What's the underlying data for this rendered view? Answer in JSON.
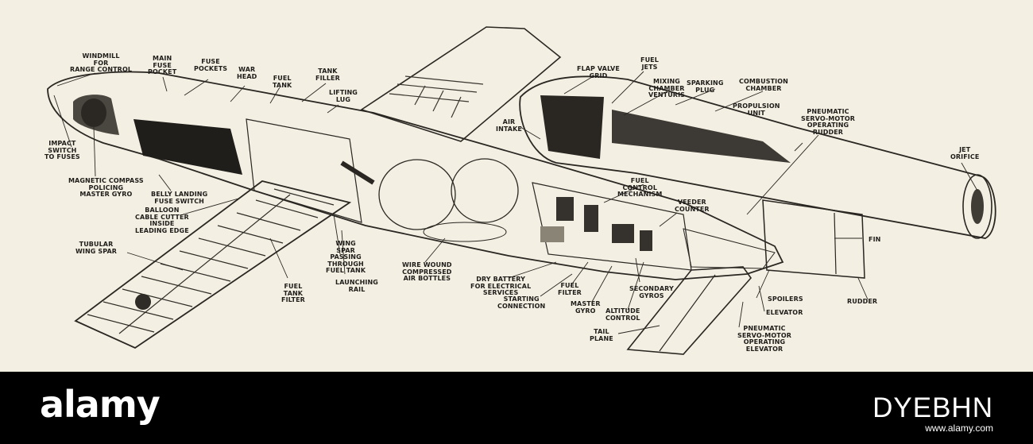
{
  "labels": {
    "windmill": "WINDMILL\nFOR\nRANGE CONTROL",
    "main_fuse_pocket": "MAIN\nFUSE\nPOCKET",
    "fuse_pockets": "FUSE\nPOCKETS",
    "war_head": "WAR\nHEAD",
    "fuel_tank": "FUEL\nTANK",
    "tank_filler": "TANK\nFILLER",
    "lifting_lug": "LIFTING\nLUG",
    "flap_valve_grid": "FLAP VALVE\nGRID",
    "fuel_jets": "FUEL\nJETS",
    "mixing_chamber_venturis": "MIXING\nCHAMBER\nVENTURIS",
    "sparking_plug": "SPARKING\nPLUG",
    "combustion_chamber": "COMBUSTION\nCHAMBER",
    "propulsion_unit": "PROPULSION\nUNIT",
    "pneumatic_servo_rudder": "PNEUMATIC\nSERVO-MOTOR\nOPERATING\nRUDDER",
    "jet_orifice": "JET\nORIFICE",
    "impact_switch": "IMPACT\nSWITCH\nTO FUSES",
    "air_intake": "AIR\nINTAKE",
    "magnetic_compass": "MAGNETIC COMPASS\nPOLICING\nMASTER GYRO",
    "belly_landing": "BELLY LANDING\nFUSE SWITCH",
    "balloon_cable_cutter": "BALLOON\nCABLE CUTTER\nINSIDE\nLEADING EDGE",
    "fuel_control": "FUEL\nCONTROL\nMECHANISM",
    "veeder_counter": "VEEDER\nCOUNTER",
    "fin": "FIN",
    "tubular_wing_spar": "TUBULAR\nWING SPAR",
    "wing_spar_passing": "WING\nSPAR\nPASSING\nTHROUGH\nFUEL TANK",
    "wire_wound": "WIRE WOUND\nCOMPRESSED\nAIR BOTTLES",
    "dry_battery": "DRY BATTERY\nFOR ELECTRICAL\nSERVICES",
    "fuel_filter": "FUEL\nFILTER",
    "secondary_gyros": "SECONDARY\nGYROS",
    "spoilers": "SPOILERS",
    "rudder": "RUDDER",
    "fuel_tank_filter": "FUEL\nTANK\nFILTER",
    "launching_rail": "LAUNCHING\nRAIL",
    "starting_connection": "STARTING\nCONNECTION",
    "master_gyro": "MASTER\nGYRO",
    "altitude_control": "ALTITUDE\nCONTROL",
    "elevator": "ELEVATOR",
    "tail_plane": "TAIL\nPLANE",
    "pneumatic_servo_elevator": "PNEUMATIC\nSERVO-MOTOR\nOPERATING\nELEVATOR"
  },
  "watermark": {
    "logo": "alamy",
    "image_id": "DYEBHN",
    "url": "www.alamy.com"
  },
  "colors": {
    "paper": "#f3efe3",
    "ink": "#2a2723",
    "footer": "#000000"
  }
}
